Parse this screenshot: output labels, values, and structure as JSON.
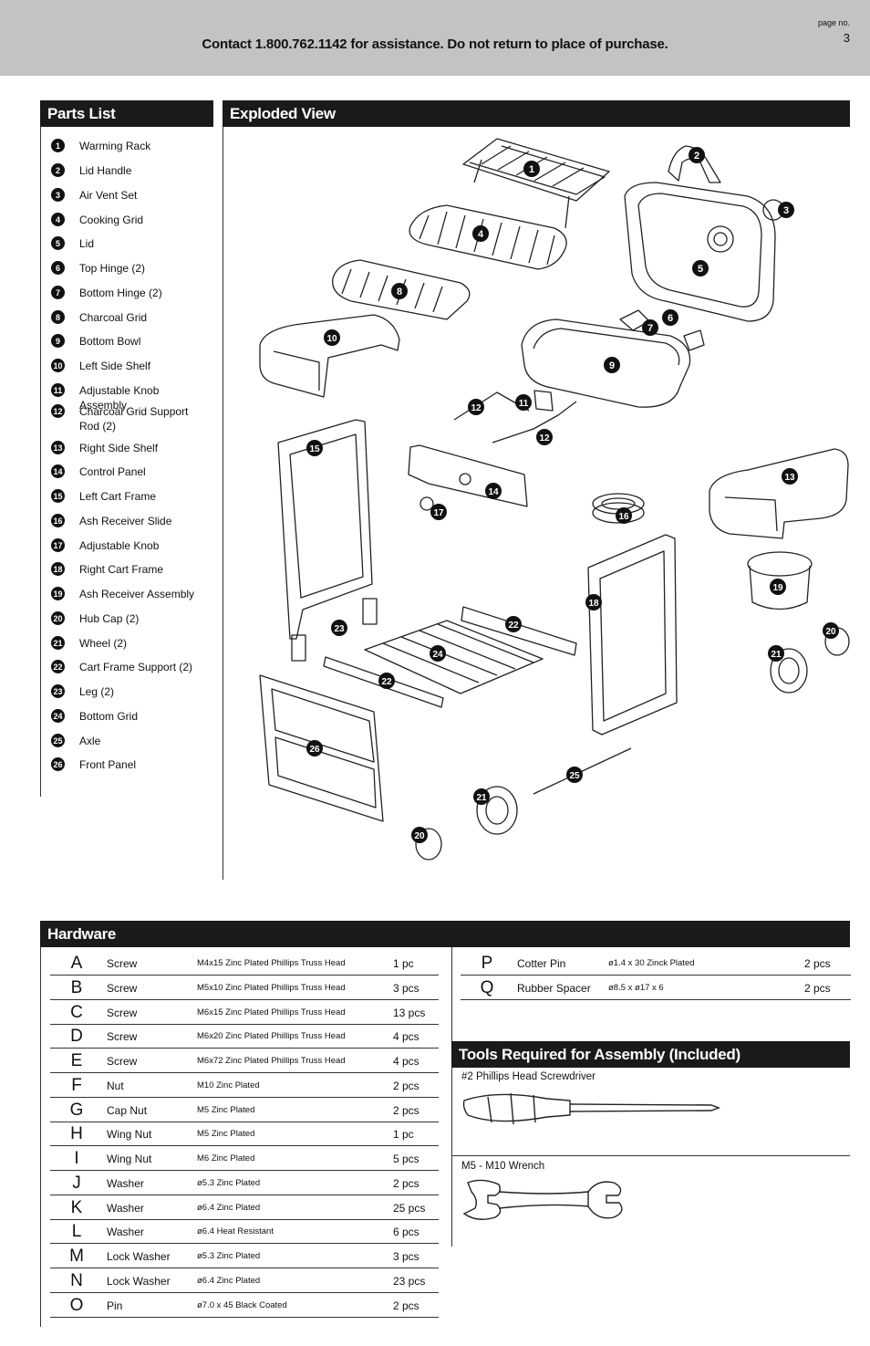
{
  "header": {
    "contact": "Contact 1.800.762.1142 for assistance. Do not return to place of purchase.",
    "page_label": "page no.",
    "page_number": "3"
  },
  "parts_list": {
    "title": "Parts List",
    "items": [
      {
        "num": "1",
        "name": "Warming Rack"
      },
      {
        "num": "2",
        "name": "Lid Handle"
      },
      {
        "num": "3",
        "name": "Air Vent Set"
      },
      {
        "num": "4",
        "name": "Cooking Grid"
      },
      {
        "num": "5",
        "name": "Lid"
      },
      {
        "num": "6",
        "name": "Top Hinge (2)"
      },
      {
        "num": "7",
        "name": "Bottom Hinge (2)"
      },
      {
        "num": "8",
        "name": "Charcoal Grid"
      },
      {
        "num": "9",
        "name": "Bottom Bowl"
      },
      {
        "num": "10",
        "name": "Left Side Shelf"
      },
      {
        "num": "11",
        "name": "Adjustable Knob Assembly"
      },
      {
        "num": "12",
        "name": "Charcoal Grid Support Rod (2)"
      },
      {
        "num": "13",
        "name": "Right Side Shelf"
      },
      {
        "num": "14",
        "name": "Control Panel"
      },
      {
        "num": "15",
        "name": "Left Cart Frame"
      },
      {
        "num": "16",
        "name": "Ash Receiver Slide"
      },
      {
        "num": "17",
        "name": "Adjustable Knob"
      },
      {
        "num": "18",
        "name": "Right Cart Frame"
      },
      {
        "num": "19",
        "name": "Ash Receiver Assembly"
      },
      {
        "num": "20",
        "name": "Hub Cap (2)"
      },
      {
        "num": "21",
        "name": "Wheel (2)"
      },
      {
        "num": "22",
        "name": "Cart Frame Support (2)"
      },
      {
        "num": "23",
        "name": "Leg (2)"
      },
      {
        "num": "24",
        "name": "Bottom Grid"
      },
      {
        "num": "25",
        "name": "Axle"
      },
      {
        "num": "26",
        "name": "Front Panel"
      }
    ]
  },
  "exploded_view": {
    "title": "Exploded View",
    "callouts": [
      "1",
      "2",
      "3",
      "4",
      "5",
      "6",
      "7",
      "8",
      "9",
      "10",
      "11",
      "12",
      "12",
      "13",
      "14",
      "15",
      "16",
      "17",
      "18",
      "19",
      "20",
      "21",
      "22",
      "22",
      "23",
      "24",
      "25",
      "21",
      "20",
      "26"
    ]
  },
  "hardware": {
    "title": "Hardware",
    "left": [
      {
        "letter": "A",
        "type": "Screw",
        "desc": "M4x15 Zinc Plated Phillips Truss Head",
        "qty": "1 pc"
      },
      {
        "letter": "B",
        "type": "Screw",
        "desc": "M5x10 Zinc Plated Phillips Truss Head",
        "qty": "3 pcs"
      },
      {
        "letter": "C",
        "type": "Screw",
        "desc": "M6x15 Zinc Plated Phillips Truss Head",
        "qty": "13 pcs"
      },
      {
        "letter": "D",
        "type": "Screw",
        "desc": "M6x20 Zinc Plated Phillips Truss Head",
        "qty": "4 pcs"
      },
      {
        "letter": "E",
        "type": "Screw",
        "desc": "M6x72 Zinc Plated Phillips Truss Head",
        "qty": "4 pcs"
      },
      {
        "letter": "F",
        "type": "Nut",
        "desc": "M10 Zinc Plated",
        "qty": "2 pcs"
      },
      {
        "letter": "G",
        "type": "Cap Nut",
        "desc": "M5 Zinc Plated",
        "qty": "2 pcs"
      },
      {
        "letter": "H",
        "type": "Wing Nut",
        "desc": "M5 Zinc Plated",
        "qty": "1 pc"
      },
      {
        "letter": "I",
        "type": "Wing Nut",
        "desc": "M6 Zinc Plated",
        "qty": "5 pcs"
      },
      {
        "letter": "J",
        "type": "Washer",
        "desc": "ø5.3 Zinc Plated",
        "qty": "2 pcs"
      },
      {
        "letter": "K",
        "type": "Washer",
        "desc": "ø6.4 Zinc Plated",
        "qty": "25 pcs"
      },
      {
        "letter": "L",
        "type": "Washer",
        "desc": "ø6.4 Heat Resistant",
        "qty": "6 pcs"
      },
      {
        "letter": "M",
        "type": "Lock Washer",
        "desc": "ø5.3 Zinc Plated",
        "qty": "3 pcs"
      },
      {
        "letter": "N",
        "type": "Lock Washer",
        "desc": "ø6.4 Zinc Plated",
        "qty": "23 pcs"
      },
      {
        "letter": "O",
        "type": "Pin",
        "desc": "ø7.0 x 45 Black Coated",
        "qty": "2 pcs"
      }
    ],
    "right": [
      {
        "letter": "P",
        "type": "Cotter Pin",
        "desc": "ø1.4 x 30 Zinck Plated",
        "qty": "2 pcs"
      },
      {
        "letter": "Q",
        "type": "Rubber Spacer",
        "desc": "ø8.5 x ø17 x 6",
        "qty": "2 pcs"
      }
    ]
  },
  "tools": {
    "title": "Tools Required for Assembly (Included)",
    "items": [
      {
        "label": "#2 Phillips Head Screwdriver",
        "icon": "screwdriver-icon"
      },
      {
        "label": "M5 - M10 Wrench",
        "icon": "wrench-icon"
      }
    ]
  }
}
